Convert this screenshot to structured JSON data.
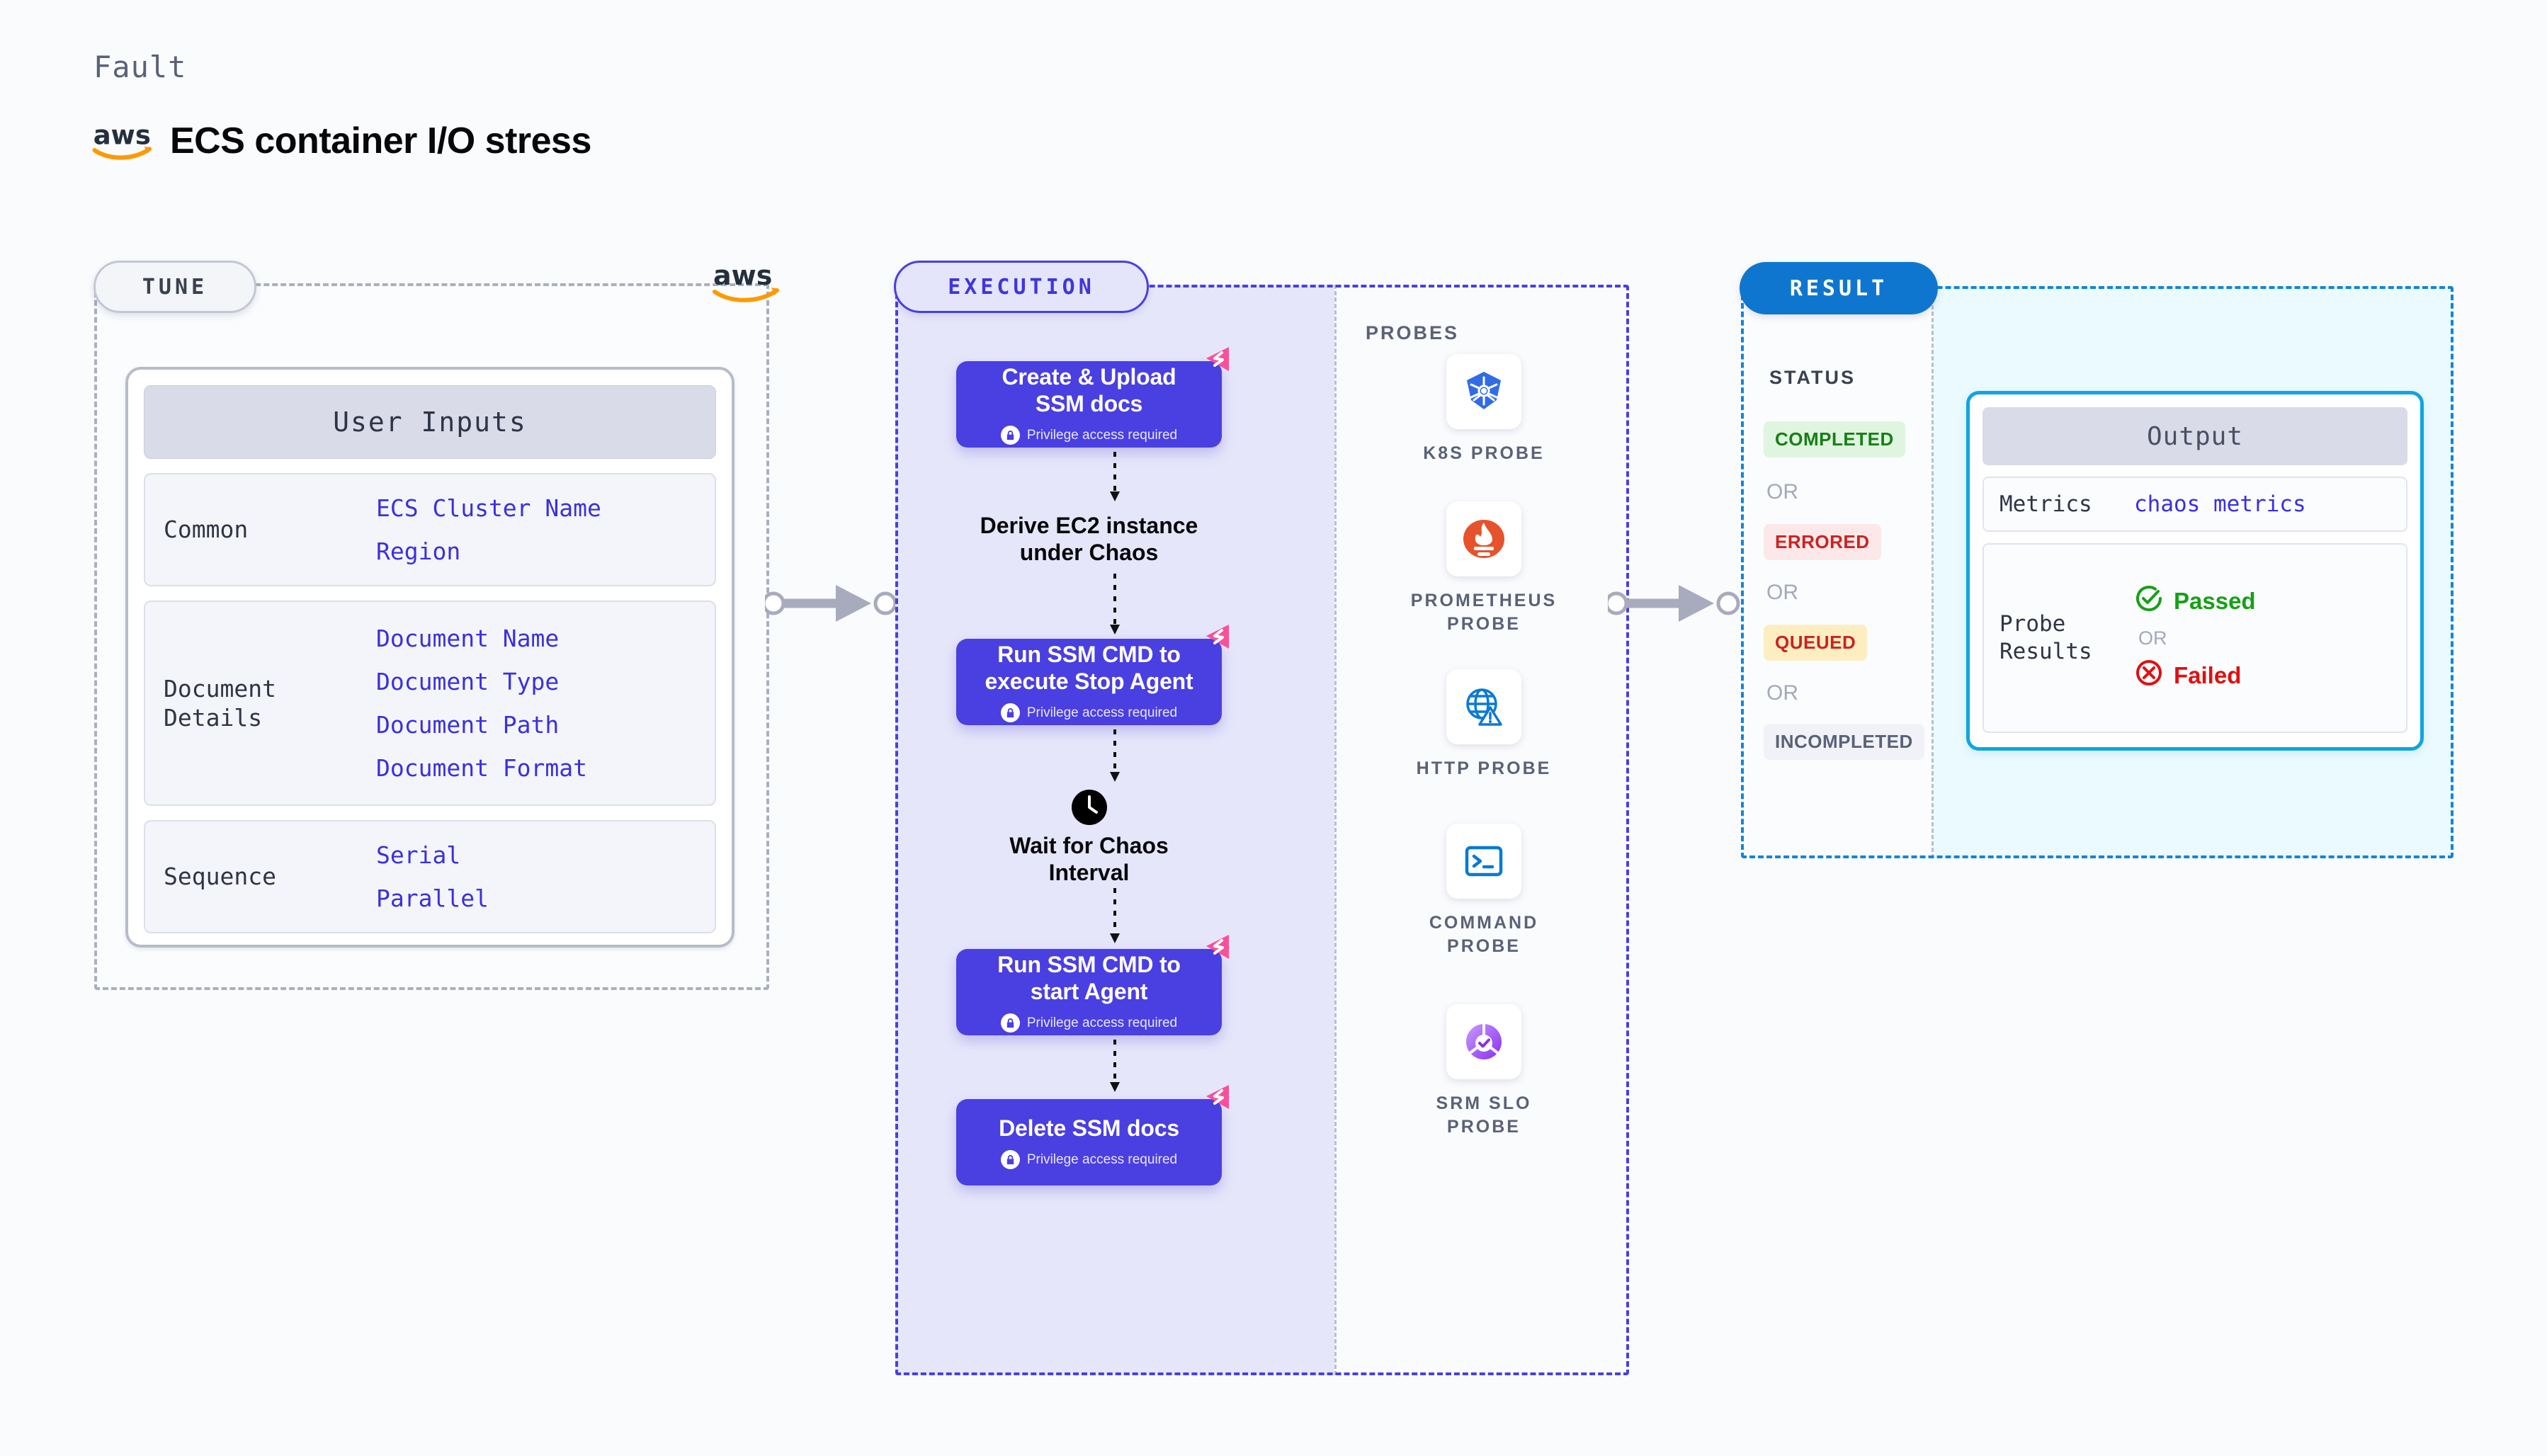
{
  "header": {
    "eyebrow": "Fault",
    "title": "ECS container I/O stress",
    "logo_icon": "aws-logo"
  },
  "sections": {
    "tune": {
      "label": "TUNE",
      "aws_badge_icon": "aws-logo"
    },
    "execution": {
      "label": "EXECUTION"
    },
    "result": {
      "label": "RESULT"
    },
    "probes": {
      "label": "PROBES"
    }
  },
  "user_inputs": {
    "title": "User Inputs",
    "groups": [
      {
        "label": "Common",
        "values": [
          "ECS Cluster Name",
          "Region"
        ]
      },
      {
        "label": "Document\nDetails",
        "label_lines": [
          "Document",
          "Details"
        ],
        "values": [
          "Document Name",
          "Document Type",
          "Document Path",
          "Document Format"
        ]
      },
      {
        "label": "Sequence",
        "values": [
          "Serial",
          "Parallel"
        ]
      }
    ]
  },
  "flow": {
    "privilege_note": "Privilege access required",
    "lock_icon": "lock-icon",
    "chaos_icon": "chaos-badge-icon",
    "clock_icon": "clock-icon",
    "steps": [
      {
        "type": "node",
        "title_lines": [
          "Create & Upload",
          "SSM docs"
        ],
        "privileged": true
      },
      {
        "type": "plain",
        "title_lines": [
          "Derive EC2 instance",
          "under Chaos"
        ]
      },
      {
        "type": "node",
        "title_lines": [
          "Run SSM CMD to",
          "execute Stop Agent"
        ],
        "privileged": true
      },
      {
        "type": "plain-clock",
        "title_lines": [
          "Wait for Chaos",
          "Interval"
        ]
      },
      {
        "type": "node",
        "title_lines": [
          "Run SSM CMD to",
          "start Agent"
        ],
        "privileged": true
      },
      {
        "type": "node",
        "title_lines": [
          "Delete SSM docs"
        ],
        "privileged": true
      }
    ]
  },
  "probes": [
    {
      "label_lines": [
        "K8S PROBE"
      ],
      "icon": "kubernetes-icon"
    },
    {
      "label_lines": [
        "PROMETHEUS",
        "PROBE"
      ],
      "icon": "prometheus-icon"
    },
    {
      "label_lines": [
        "HTTP PROBE"
      ],
      "icon": "http-globe-icon"
    },
    {
      "label_lines": [
        "COMMAND",
        "PROBE"
      ],
      "icon": "terminal-icon"
    },
    {
      "label_lines": [
        "SRM SLO",
        "PROBE"
      ],
      "icon": "srm-slo-icon"
    }
  ],
  "result": {
    "status_title": "STATUS",
    "or_label": "OR",
    "statuses": [
      {
        "label": "COMPLETED",
        "bg": "#dff5df",
        "fg": "#177f17"
      },
      {
        "label": "ERRORED",
        "bg": "#fce8e8",
        "fg": "#cc2222"
      },
      {
        "label": "QUEUED",
        "bg": "#fdeec2",
        "fg": "#cc2222"
      },
      {
        "label": "INCOMPLETED",
        "bg": "#f1f2f7",
        "fg": "#5b6178"
      }
    ],
    "output": {
      "title": "Output",
      "metrics_label": "Metrics",
      "metrics_value": "chaos metrics",
      "probe_results_label_lines": [
        "Probe",
        "Results"
      ],
      "passed_label": "Passed",
      "failed_label": "Failed",
      "or_label": "OR",
      "passed_icon": "check-circle-icon",
      "failed_icon": "x-circle-icon"
    }
  },
  "connectors": [
    {
      "name": "tune-to-execution",
      "icon": "arrow-right-icon"
    },
    {
      "name": "execution-to-result",
      "icon": "arrow-right-icon"
    }
  ],
  "colors": {
    "accent_purple": "#4a3fe0",
    "accent_blue": "#0f76cf",
    "accent_cyan": "#0fa5e0",
    "chaos_pink": "#f9509a",
    "mono_value": "#3b2fe0"
  }
}
